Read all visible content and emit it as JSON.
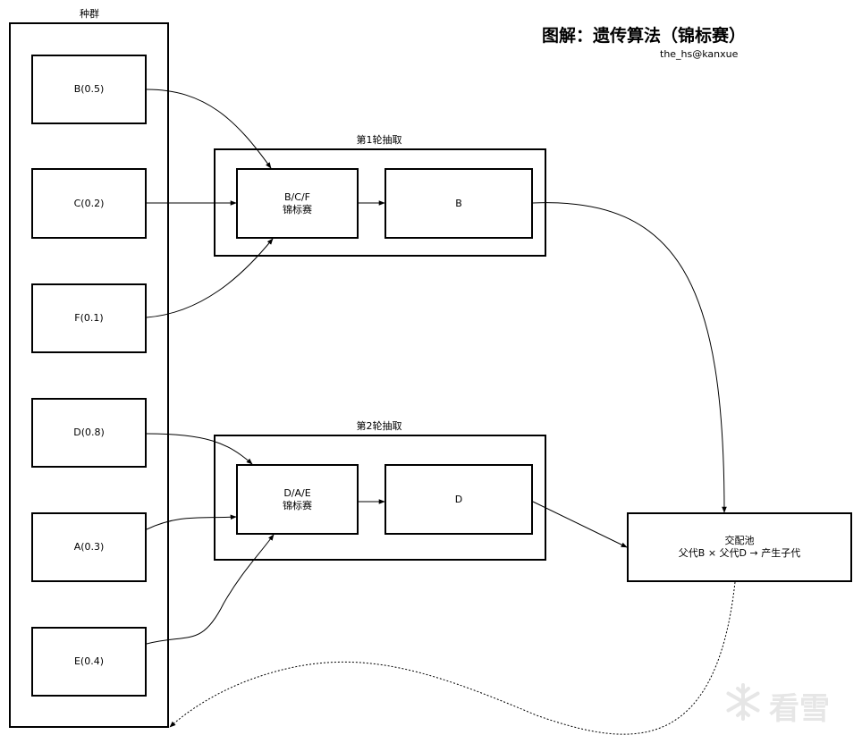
{
  "title": "图解：遗传算法（锦标赛）",
  "author": "the_hs@kanxue",
  "population": {
    "label": "种群",
    "individuals": [
      "B(0.5)",
      "C(0.2)",
      "F(0.1)",
      "D(0.8)",
      "A(0.3)",
      "E(0.4)"
    ]
  },
  "rounds": [
    {
      "label": "第1轮抽取",
      "tournament": "B/C/F\n锦标赛",
      "winner": "B"
    },
    {
      "label": "第2轮抽取",
      "tournament": "D/A/E\n锦标赛",
      "winner": "D"
    }
  ],
  "mating_pool": {
    "text": "交配池\n父代B × 父代D → 产生子代"
  },
  "watermark": {
    "text": "看雪",
    "icon": "snowflake-logo-icon"
  },
  "colors": {
    "stroke": "#000000",
    "background": "#ffffff",
    "watermark": "#e6e6e6"
  }
}
